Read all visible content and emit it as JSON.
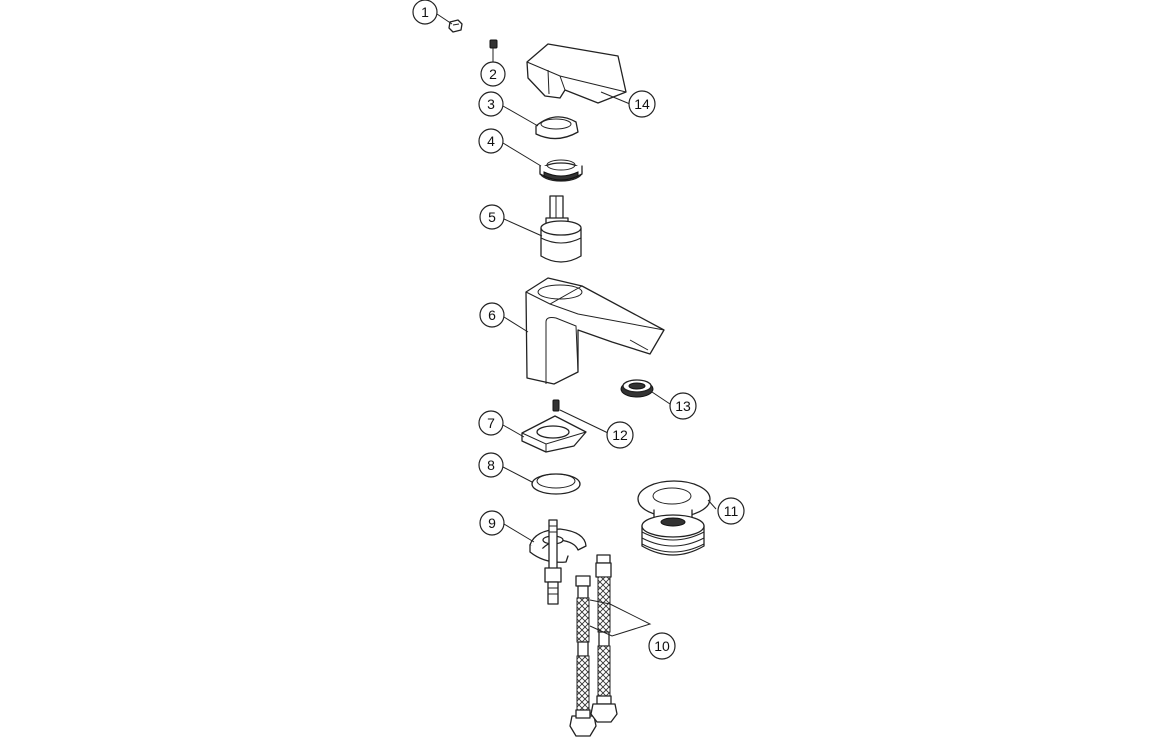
{
  "callouts": [
    {
      "id": "1",
      "label": "1"
    },
    {
      "id": "2",
      "label": "2"
    },
    {
      "id": "3",
      "label": "3"
    },
    {
      "id": "4",
      "label": "4"
    },
    {
      "id": "5",
      "label": "5"
    },
    {
      "id": "6",
      "label": "6"
    },
    {
      "id": "7",
      "label": "7"
    },
    {
      "id": "8",
      "label": "8"
    },
    {
      "id": "9",
      "label": "9"
    },
    {
      "id": "10",
      "label": "10"
    },
    {
      "id": "11",
      "label": "11"
    },
    {
      "id": "12",
      "label": "12"
    },
    {
      "id": "13",
      "label": "13"
    },
    {
      "id": "14",
      "label": "14"
    }
  ],
  "colors": {
    "line": "#222222",
    "background": "#ffffff",
    "fill_dark": "#333333"
  }
}
